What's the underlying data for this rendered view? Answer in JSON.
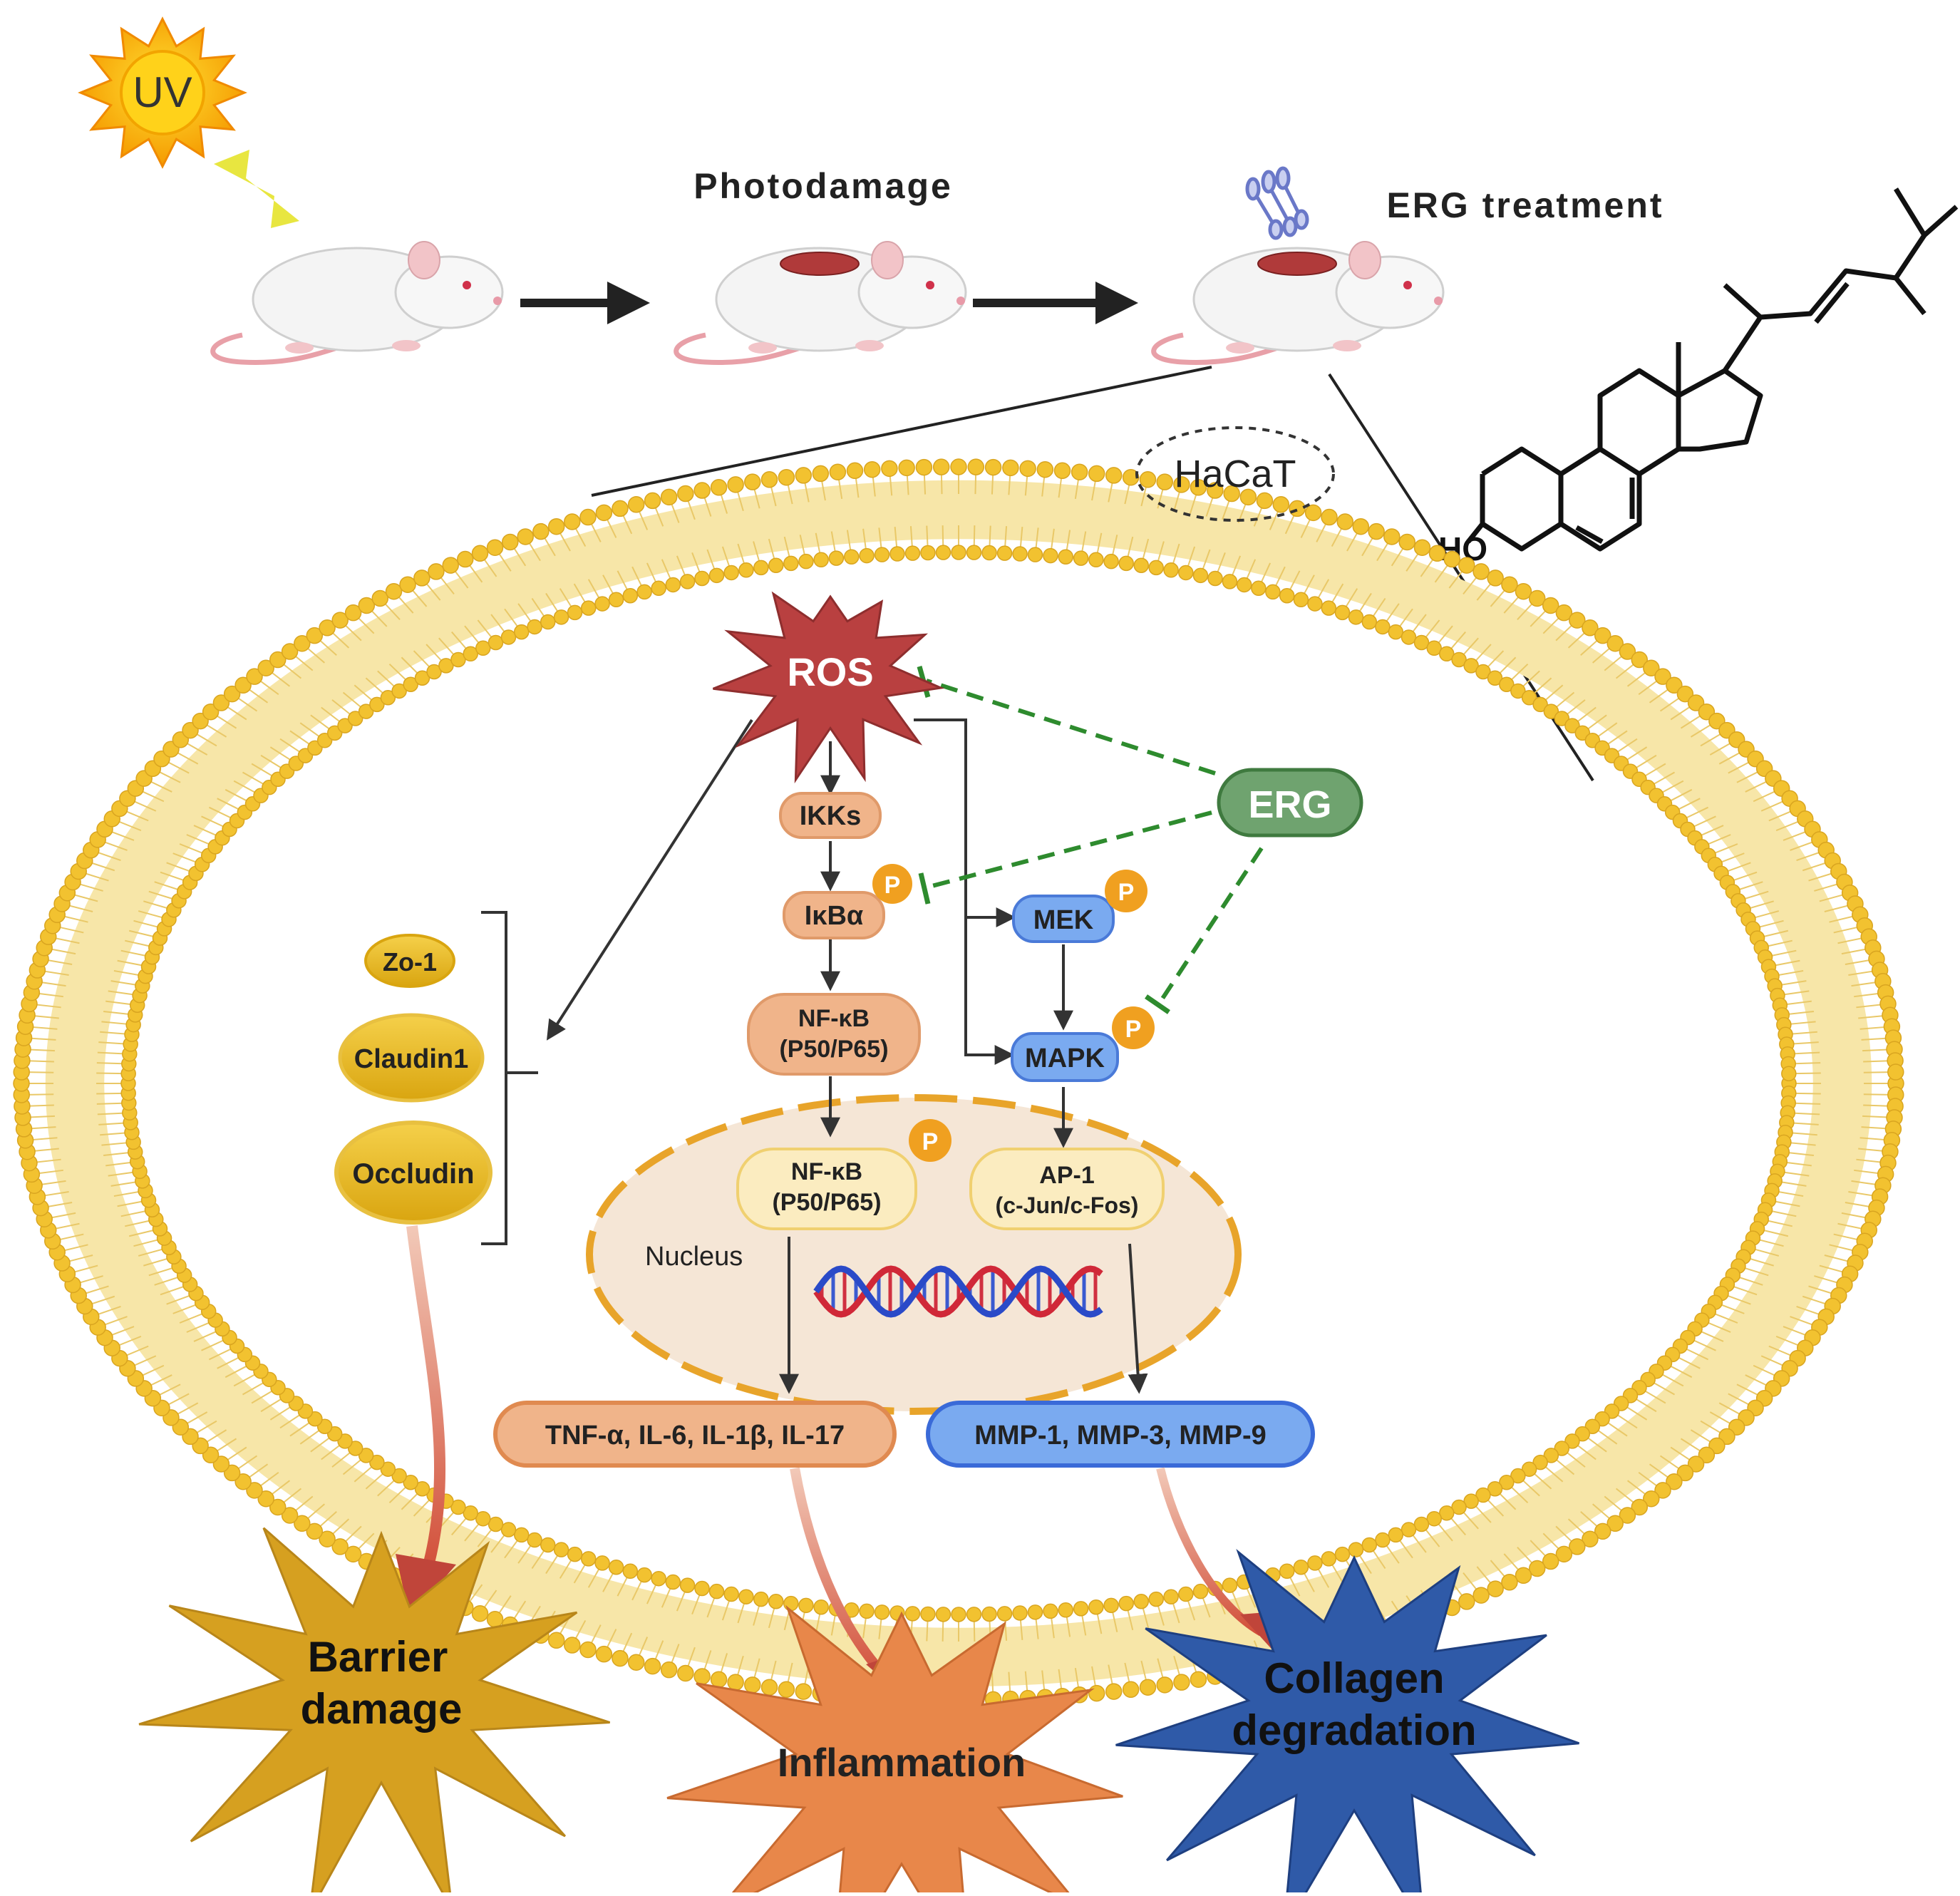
{
  "sun_label": "UV",
  "steps": {
    "photodamage": "Photodamage",
    "erg_treatment": "ERG treatment"
  },
  "structure": {
    "ho_label": "HO"
  },
  "cell": {
    "hacat_label": "HaCaT",
    "nucleus_label": "Nucleus",
    "ros_label": "ROS",
    "erg_label": "ERG",
    "phospho_label": "P"
  },
  "proteins": {
    "ikks": "IKKs",
    "ikba": "IκBα",
    "nfkb_cyto_line1": "NF-κB",
    "nfkb_cyto_line2": "(P50/P65)",
    "nfkb_nuc_line1": "NF-κB",
    "nfkb_nuc_line2": "(P50/P65)",
    "mek": "MEK",
    "mapk": "MAPK",
    "ap1_line1": "AP-1",
    "ap1_line2": "(c-Jun/c-Fos)",
    "cytokines": "TNF-α, IL-6, IL-1β, IL-17",
    "mmps": "MMP-1, MMP-3, MMP-9"
  },
  "junctions": {
    "zo1": "Zo-1",
    "claudin1": "Claudin1",
    "occludin": "Occludin"
  },
  "outcomes": {
    "barrier_line1": "Barrier",
    "barrier_line2": "damage",
    "inflammation": "Inflammation",
    "collagen_line1": "Collagen",
    "collagen_line2": "degradation"
  },
  "colors": {
    "membrane": "#f2c230",
    "ros": "#b94040",
    "erg": "#6fa36f",
    "inhibit": "#2e8b2e",
    "nfkb_path": "#f0b48a",
    "mapk_path": "#7aaaf0",
    "junction": "#e0b21a",
    "nucleus_fill": "#f5e6d6",
    "nucleus_border": "#e8a42a",
    "barrier_star": "#d6a020",
    "inflammation_star": "#e8874a",
    "collagen_star": "#2f5aa8",
    "phospho": "#f0a020"
  }
}
